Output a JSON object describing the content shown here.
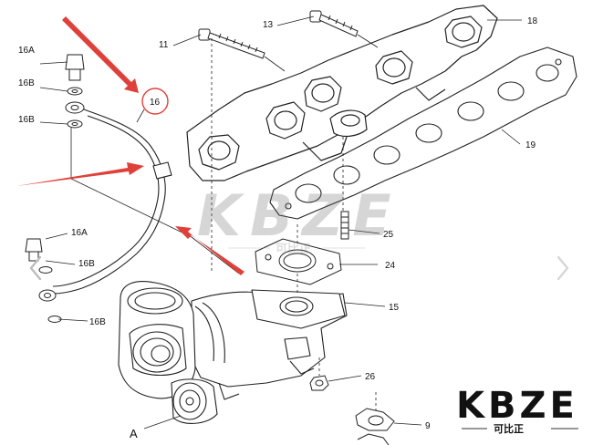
{
  "diagram": {
    "callouts": {
      "c11": "11",
      "c13": "13",
      "c18": "18",
      "c19": "19",
      "c16a_top": "16A",
      "c16b_top1": "16B",
      "c16b_top2": "16B",
      "c16_circled": "16",
      "c16a_bot": "16A",
      "c16b_bot1": "16B",
      "c16b_bot2": "16B",
      "c25": "25",
      "c24": "24",
      "c15": "15",
      "c26": "26",
      "c9": "9",
      "cA": "A"
    },
    "accent_color": "#e0403a"
  },
  "watermark": {
    "center_logo": "KBZE",
    "center_sub": "可比正",
    "corner_logo": "KBZE",
    "corner_sub": "可比正"
  },
  "nav": {
    "prev_icon": "chevron-left-icon",
    "next_icon": "chevron-right-icon"
  }
}
